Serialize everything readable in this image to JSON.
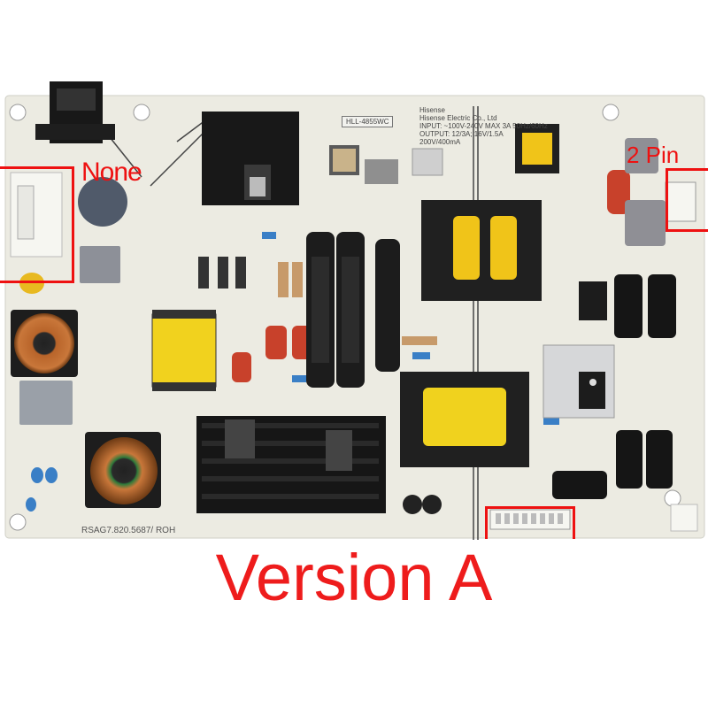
{
  "board": {
    "brand": "Hisense",
    "manufacturer": "Hisense Electric Co., Ltd",
    "input_spec": "INPUT: ~100V-240V MAX 3A 50Hz/60Hz",
    "output_spec": "OUTPUT: 12/3A; 16V/1.5A",
    "output_spec2": "200V/400mA",
    "model": "HLL-4855WC",
    "board_id": "RSAG7.820.5687/ ROH"
  },
  "callouts": {
    "none": "None",
    "two_pin": "2 Pin"
  },
  "title": "Version A",
  "colors": {
    "pcb": "#ecebe2",
    "callout": "#e11111",
    "title": "#ee1c1c"
  }
}
